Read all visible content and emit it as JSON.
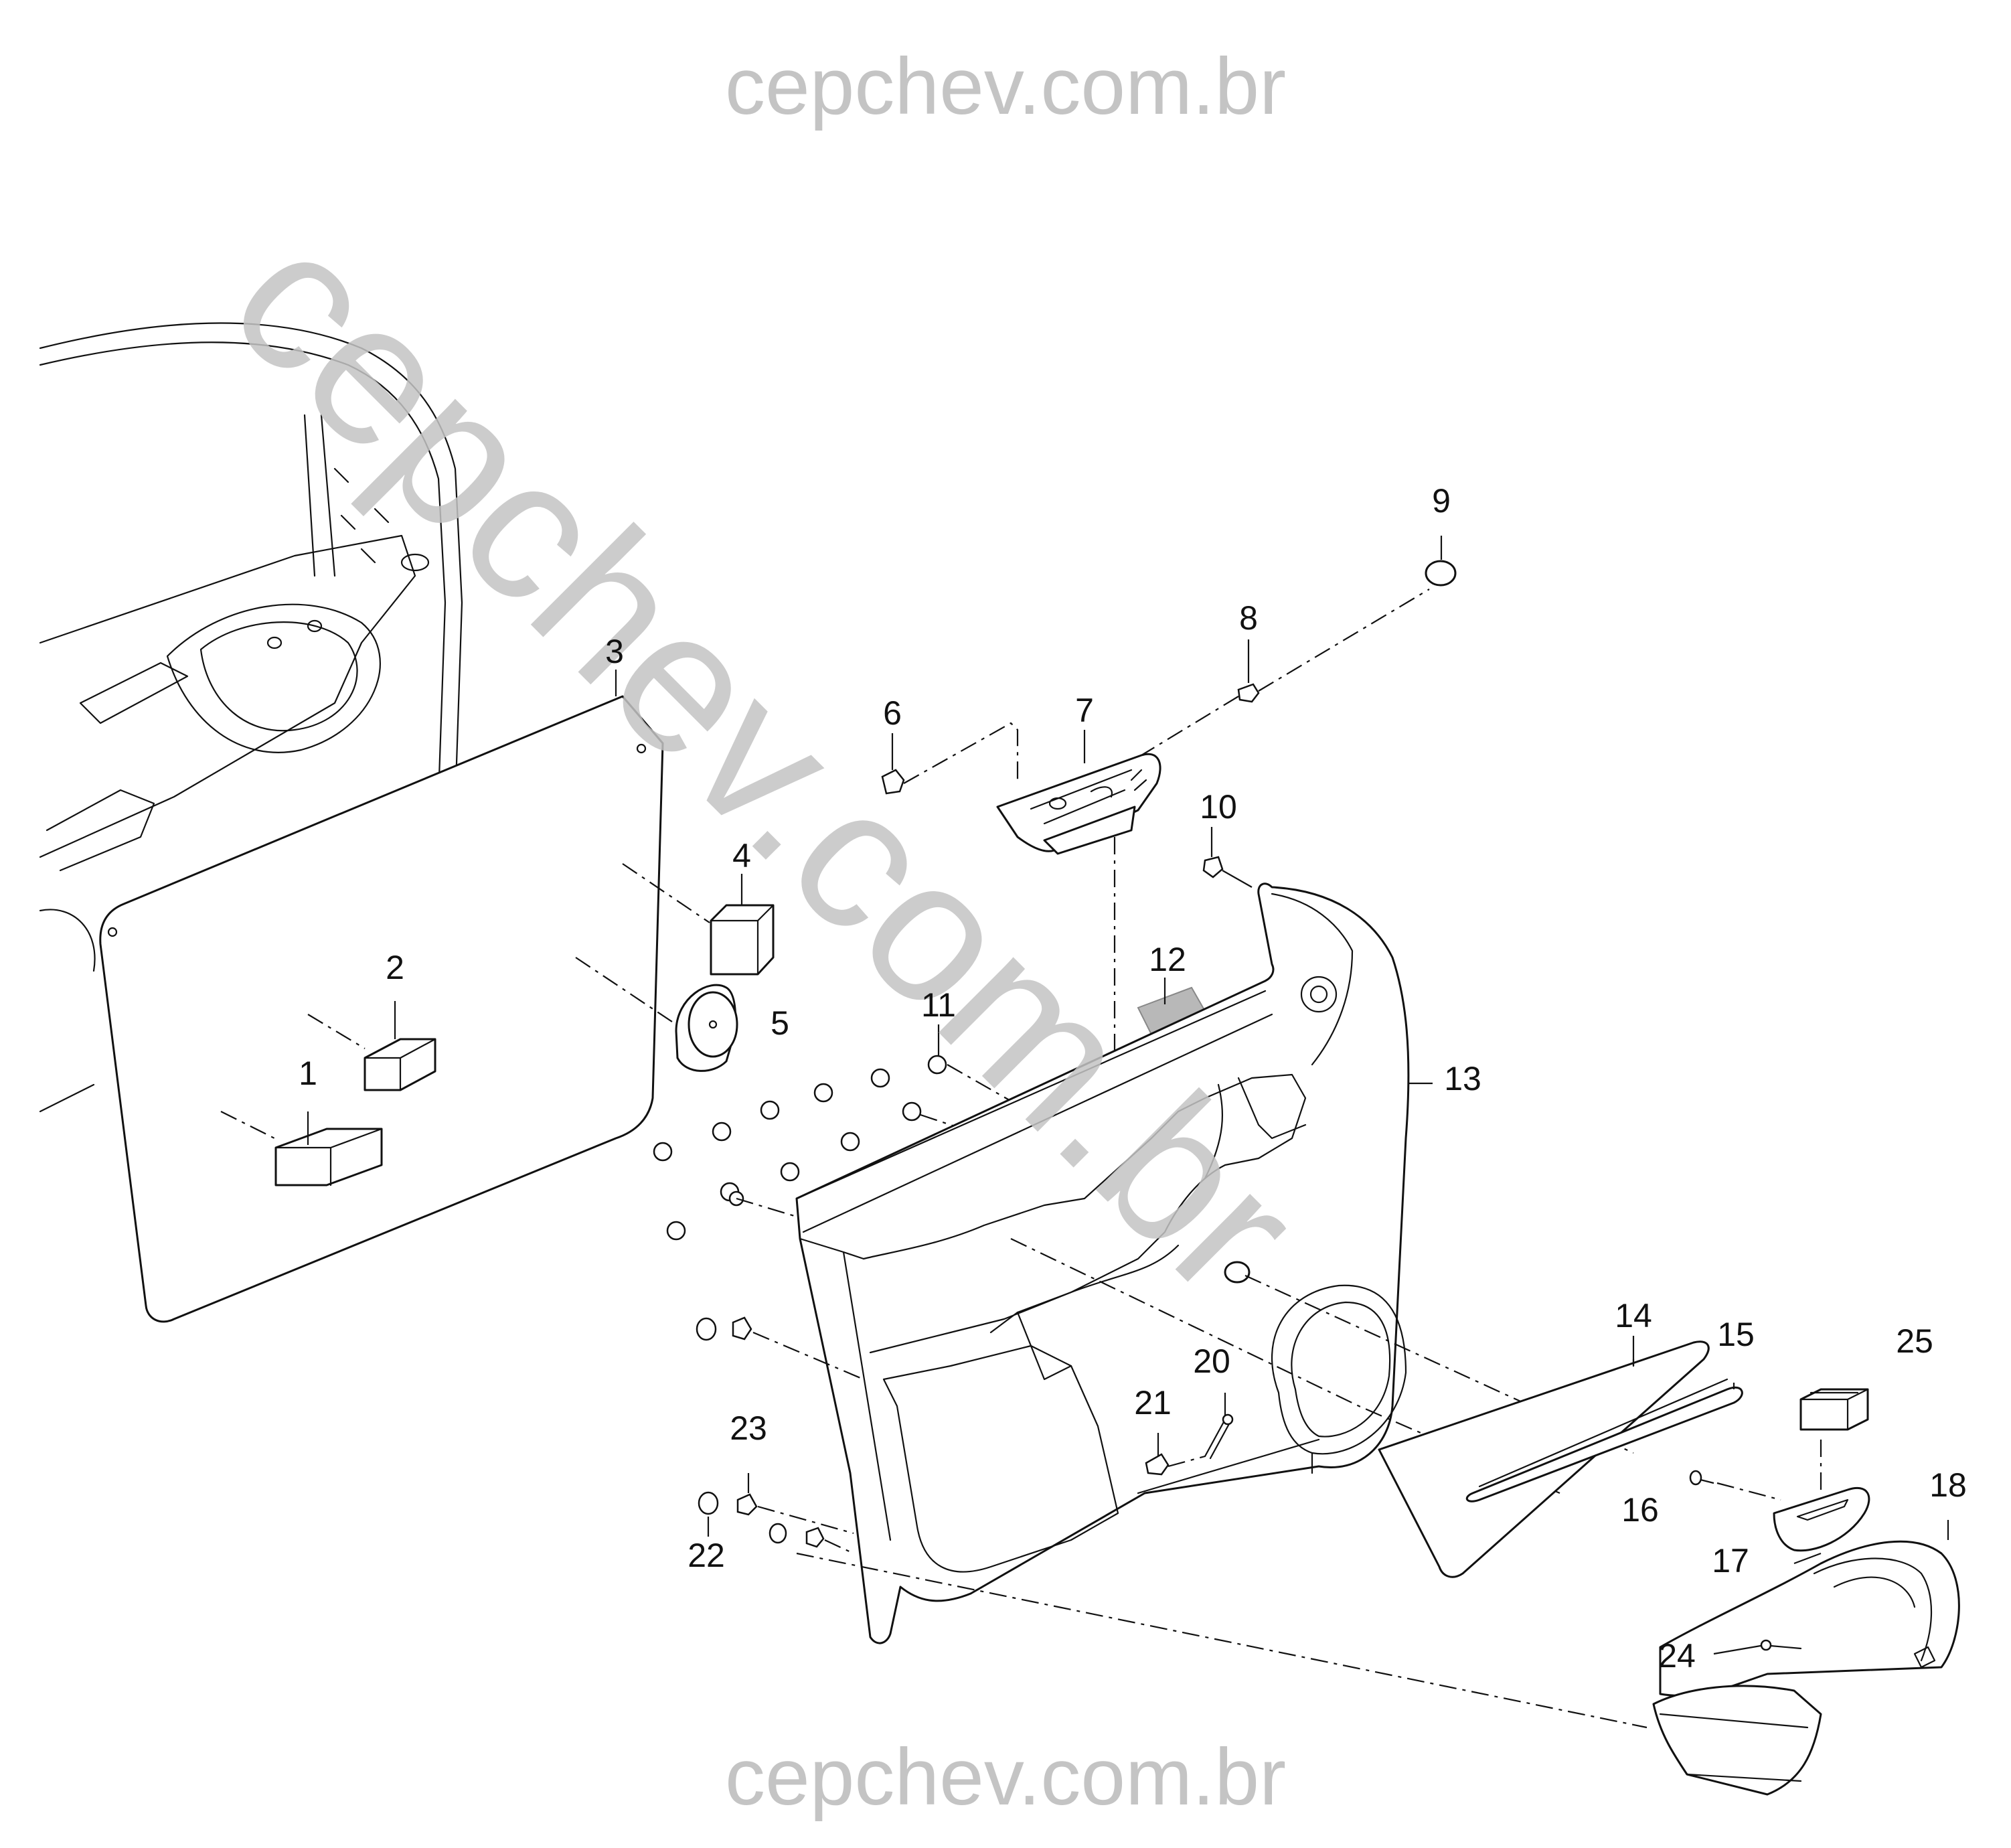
{
  "watermarks": {
    "top": "cepchev.com.br",
    "bottom": "cepchev.com.br",
    "diagonal": "cepchev.com.br"
  },
  "callouts": [
    {
      "id": "1",
      "label": "1"
    },
    {
      "id": "2",
      "label": "2"
    },
    {
      "id": "3",
      "label": "3"
    },
    {
      "id": "4",
      "label": "4"
    },
    {
      "id": "5",
      "label": "5"
    },
    {
      "id": "6",
      "label": "6"
    },
    {
      "id": "7",
      "label": "7"
    },
    {
      "id": "8",
      "label": "8"
    },
    {
      "id": "9",
      "label": "9"
    },
    {
      "id": "10",
      "label": "10"
    },
    {
      "id": "11",
      "label": "11"
    },
    {
      "id": "12",
      "label": "12"
    },
    {
      "id": "13",
      "label": "13"
    },
    {
      "id": "14",
      "label": "14"
    },
    {
      "id": "15",
      "label": "15"
    },
    {
      "id": "16",
      "label": "16"
    },
    {
      "id": "17",
      "label": "17"
    },
    {
      "id": "18",
      "label": "18"
    },
    {
      "id": "20",
      "label": "20"
    },
    {
      "id": "21",
      "label": "21"
    },
    {
      "id": "22",
      "label": "22"
    },
    {
      "id": "23",
      "label": "23"
    },
    {
      "id": "24",
      "label": "24"
    },
    {
      "id": "25",
      "label": "25"
    }
  ],
  "colors": {
    "line": "#111111",
    "watermark": "#c4c4c4",
    "background": "#ffffff"
  }
}
